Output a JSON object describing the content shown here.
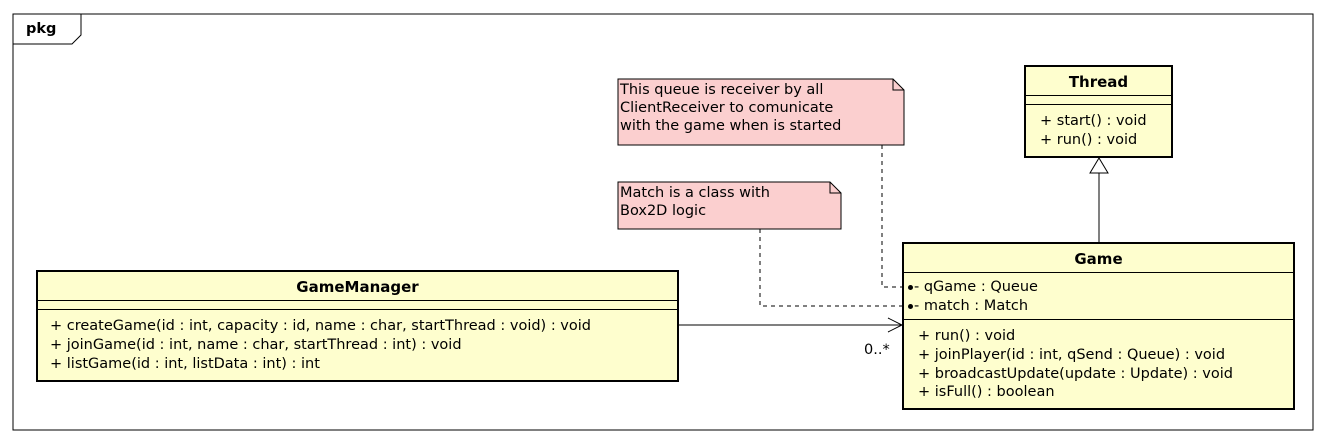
{
  "package": {
    "label": "pkg"
  },
  "classes": {
    "thread": {
      "name": "Thread",
      "attributes": [],
      "methods": [
        "+ start() : void",
        "+ run() : void"
      ]
    },
    "game": {
      "name": "Game",
      "attributes": [
        "- qGame : Queue",
        "- match : Match"
      ],
      "methods": [
        "+ run() : void",
        "+ joinPlayer(id : int, qSend : Queue) : void",
        "+ broadcastUpdate(update : Update) : void",
        "+ isFull() : boolean"
      ]
    },
    "game_manager": {
      "name": "GameManager",
      "attributes": [],
      "methods": [
        "+ createGame(id : int, capacity : id, name : char, startThread : void) : void",
        "+ joinGame(id : int, name : char, startThread : int) : void",
        "+ listGame(id : int, listData : int) : int"
      ]
    }
  },
  "notes": {
    "queue_note": {
      "lines": [
        "This queue is receiver by all",
        "ClientReceiver to comunicate",
        "with the game when is started"
      ]
    },
    "match_note": {
      "lines": [
        "Match is a class with",
        "Box2D logic"
      ]
    }
  },
  "associations": {
    "manager_to_game": {
      "target_multiplicity": "0..*"
    }
  },
  "colors": {
    "class_fill": "#FEFECE",
    "note_fill": "#FBCFCF",
    "border": "#000000"
  }
}
